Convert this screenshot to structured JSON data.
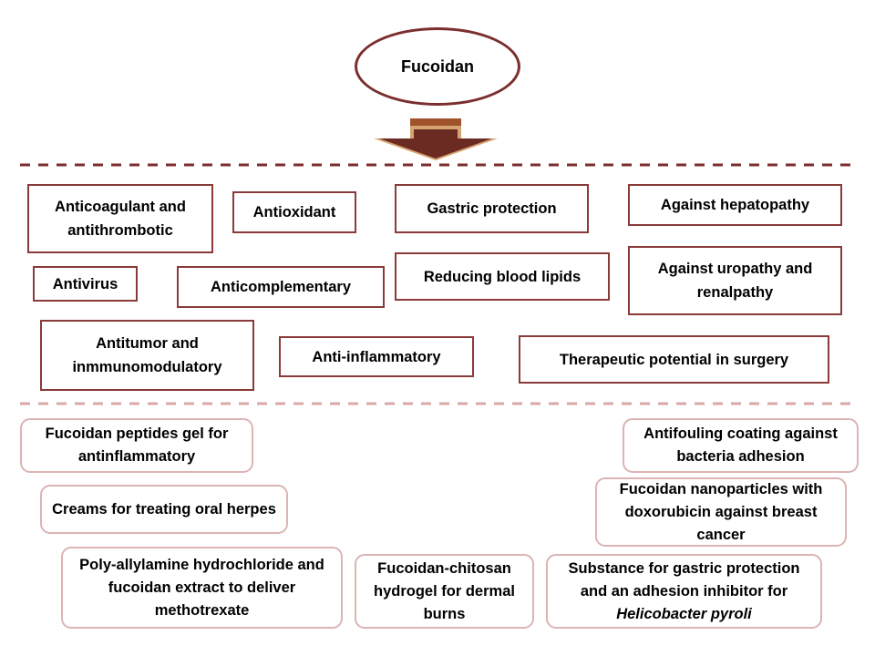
{
  "root": {
    "label": "Fucoidan"
  },
  "properties": [
    {
      "id": "anticoagulant",
      "label": "Anticoagulant and antithrombotic"
    },
    {
      "id": "antioxidant",
      "label": "Antioxidant"
    },
    {
      "id": "gastric-protection",
      "label": "Gastric protection"
    },
    {
      "id": "hepatopathy",
      "label": "Against hepatopathy"
    },
    {
      "id": "antivirus",
      "label": "Antivirus"
    },
    {
      "id": "anticomplementary",
      "label": "Anticomplementary"
    },
    {
      "id": "blood-lipids",
      "label": "Reducing blood lipids"
    },
    {
      "id": "uropathy",
      "label": "Against uropathy and renalpathy"
    },
    {
      "id": "antitumor",
      "label": "Antitumor and inmmunomodulatory"
    },
    {
      "id": "anti-inflammatory",
      "label": "Anti-inflammatory"
    },
    {
      "id": "surgery",
      "label": "Therapeutic potential in surgery"
    }
  ],
  "applications": [
    {
      "id": "peptides-gel",
      "label": "Fucoidan peptides gel for antinflammatory"
    },
    {
      "id": "creams-herpes",
      "label": "Creams for treating oral herpes"
    },
    {
      "id": "poly-allylamine",
      "label": "Poly-allylamine hydrochloride and fucoidan extract to deliver methotrexate"
    },
    {
      "id": "chitosan-hydrogel",
      "label": "Fucoidan-chitosan hydrogel for dermal burns"
    },
    {
      "id": "antifouling",
      "label": "Antifouling coating against bacteria adhesion"
    },
    {
      "id": "nanoparticles",
      "label": "Fucoidan nanoparticles with doxorubicin against breast cancer"
    },
    {
      "id": "gastric-substance",
      "label_prefix": "Substance  for gastric protection  and an adhesion inhibitor for ",
      "label_italic": "Helicobacter pyroli"
    }
  ],
  "colors": {
    "box_border": "#8b3a3a",
    "app_border": "#dcb4b4",
    "arrow_fill": "#6b2a22",
    "arrow_top": "#a0522d",
    "arrow_light": "#d6a470",
    "dash_dark": "#7b2e2e",
    "dash_light": "#d9a9a9"
  }
}
